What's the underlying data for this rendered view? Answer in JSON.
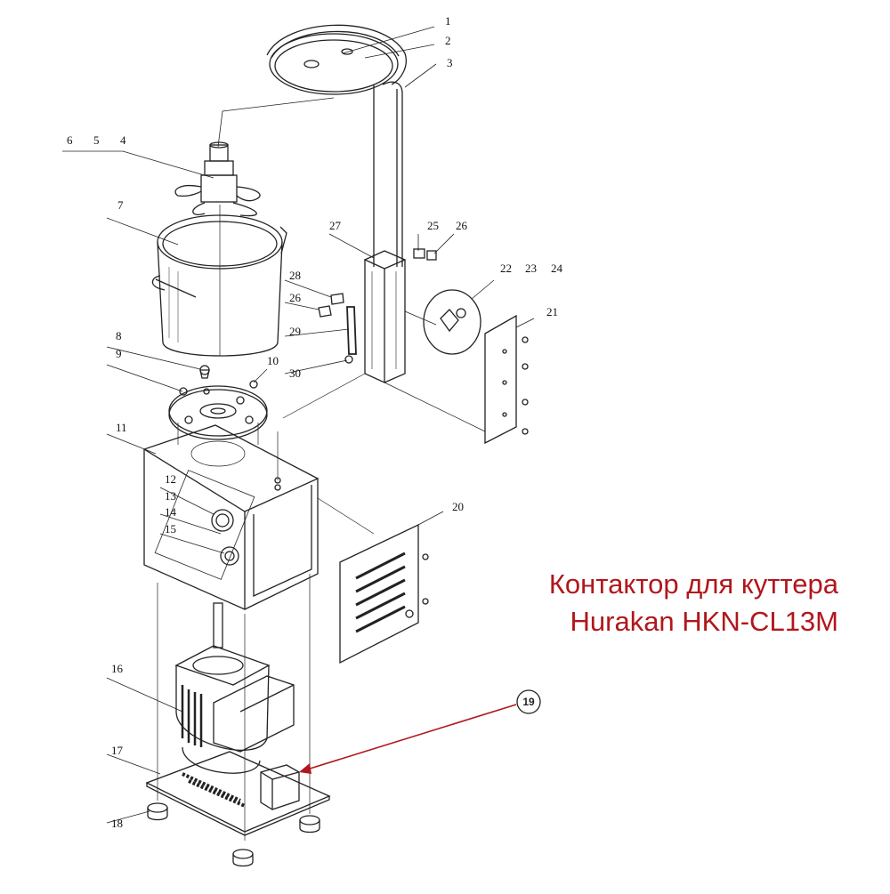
{
  "title": {
    "line1": "Контактор для куттера",
    "line2": "Hurakan HKN-CL13M"
  },
  "callout": {
    "number": "19",
    "color": "#b0171c"
  },
  "part_numbers": [
    "1",
    "2",
    "3",
    "4",
    "5",
    "6",
    "7",
    "8",
    "9",
    "10",
    "11",
    "12",
    "13",
    "14",
    "15",
    "16",
    "17",
    "18",
    "20",
    "21",
    "22",
    "23",
    "24",
    "25",
    "26",
    "26",
    "27",
    "28",
    "29",
    "30"
  ]
}
